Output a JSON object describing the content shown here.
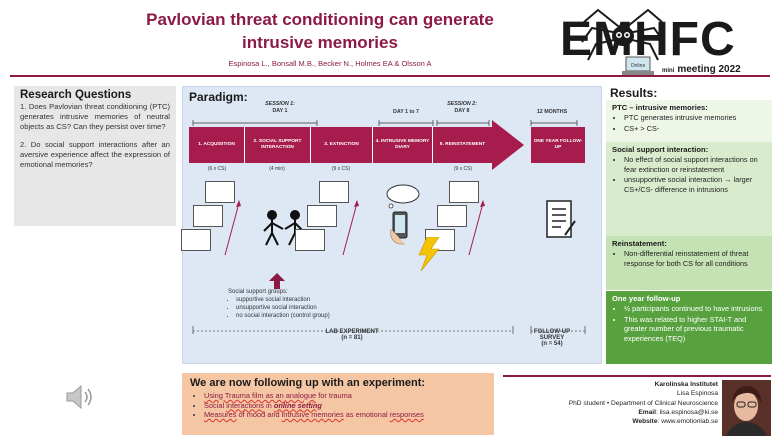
{
  "header": {
    "title_line1": "Pavlovian threat conditioning can generate",
    "title_line2": "intrusive memories",
    "authors": "Espinosa L., Bonsall M.B., Becker N., Holmes EA & Olsson A"
  },
  "logo": {
    "text": "EMHFC",
    "sub_prefix": "mini",
    "sub_text": "meeting 2022",
    "laptop_label": "Online"
  },
  "research_questions": {
    "title": "Research Questions",
    "q1": "1.   Does   Pavlovian   threat conditioning (PTC) generates intrusive memories of neutral objects as CS? Can they persist over time?",
    "q2": "2.   Do social support interactions after an aversive experience affect the expression of emotional memories?"
  },
  "paradigm": {
    "title": "Paradigm:",
    "session1": "SESSION 1:",
    "day1": "DAY 1",
    "days1to7": "DAY 1 to 7",
    "session2": "SESSION 2:",
    "day8": "DAY 8",
    "months12": "12 MONTHS",
    "steps": [
      "1. ACQUISITION",
      "2. SOCIAL SUPPORT INTERACTION",
      "3. EXTINCTION",
      "4. INTRUSIVE MEMORY DIARY",
      "5. REINSTATEMENT",
      "ONE YEAR FOLLOW-UP"
    ],
    "sub_acq": "(6 x CS)",
    "sub_social": "(4 min)",
    "sub_ext": "(9 x CS)",
    "sub_reinst": "(9 x CS)",
    "groups_title": "Social support groups:",
    "groups": [
      "supportive social interaction",
      "unsupportive social interaction",
      "no social interaction (control group)"
    ],
    "lab_label": "LAB EXPERIMENT",
    "lab_n": "(n = 81)",
    "survey_label": "FOLLOW-UP SURVEY",
    "survey_n": "(n = 54)"
  },
  "results": {
    "title": "Results:",
    "b1_title": "PTC – intrusive memories:",
    "b1_items": [
      "PTC generates intrusive memories",
      "CS+ > CS-"
    ],
    "b2_title": "Social support interaction:",
    "b2_items": [
      "No effect of social support interactions on fear extinction or reinstatement",
      "unsupportive social interaction → larger CS+/CS- difference in intrusions"
    ],
    "b3_title": "Reinstatement:",
    "b3_items": [
      "Non-differential reinstatement of threat response for both CS for all conditions"
    ],
    "b4_title": "One year follow-up",
    "b4_items": [
      "½ participants continued to have intrusions",
      "This was related to higher STAI-T and greater number of previous traumatic experiences (TEQ)"
    ]
  },
  "followup": {
    "title": "We are now following up with an experiment:",
    "item1_a": "Using Trauma film as an ",
    "item1_b": "analogue",
    "item1_c": " for trauma",
    "item2_a": "Social ",
    "item2_b": "interactions",
    "item2_c": " in ",
    "item2_d": "online setting",
    "item3_a": "Measures",
    "item3_b": " of mood and ",
    "item3_c": "intrusive memories",
    "item3_d": " as emotional ",
    "item3_e": "responses"
  },
  "contact": {
    "institute": "Karolinska Institutet",
    "name": "Lisa Espinosa",
    "role": "PhD student • Department of Clinical Neuroscience",
    "email_label": "Email",
    "email": "lisa.espinosa@ki.se",
    "website_label": "Website",
    "website": "www.emotionlab.se"
  },
  "colors": {
    "brand": "#8b1a45",
    "timeline": "#a61d4d",
    "paradigm_bg": "#dde8f4",
    "results_dark": "#58a13f"
  }
}
